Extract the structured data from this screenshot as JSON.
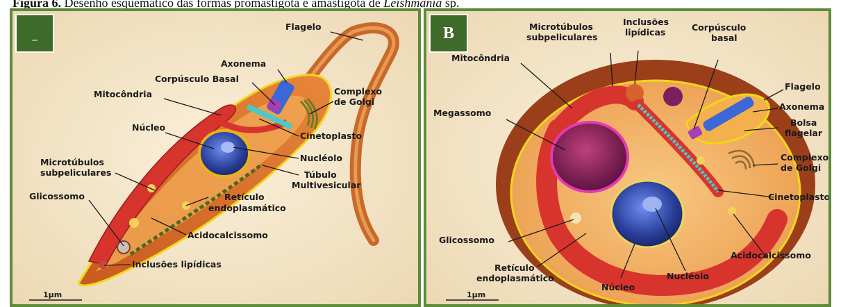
{
  "caption": {
    "bold": "Figura 6.",
    "text": " Desenho esquemático das formas promastigota e amastigota de ",
    "italic": "Leishmania",
    "suffix": " sp."
  },
  "panel_a": {
    "badge": "–",
    "labels": {
      "flagelo": "Flagelo",
      "axonema": "Axonema",
      "corpusculo_basal": "Corpúsculo Basal",
      "mitocondria": "Mitocôndria",
      "complexo_line1": "Complexo",
      "complexo_line2": "de Golgi",
      "nucleo": "Núcleo",
      "cinetoplasto": "Cinetoplasto",
      "nucleolo": "Nucléolo",
      "microtubulos_line1": "Microtúbulos",
      "microtubulos_line2": "subpeliculares",
      "tubulo_line1": "Túbulo",
      "tubulo_line2": "Multivesicular",
      "glicossomo": "Glicossomo",
      "reticulo_line1": "Retículo",
      "reticulo_line2": "endoplasmático",
      "acidocalcissomo": "Acidocalcissomo",
      "inclusoes": "Inclusões lipídicas"
    },
    "scale": "1µm"
  },
  "panel_b": {
    "badge": "B",
    "labels": {
      "microtubulos_line1": "Microtúbulos",
      "microtubulos_line2": "subpeliculares",
      "inclusoes_line1": "Inclusões",
      "inclusoes_line2": "lipídicas",
      "corpusculo_line1": "Corpúsculo",
      "corpusculo_line2": "basal",
      "mitocondria": "Mitocôndria",
      "flagelo": "Flagelo",
      "axonema": "Axonema",
      "megassomo": "Megassomo",
      "bolsa_line1": "Bolsa",
      "bolsa_line2": "flagelar",
      "complexo_line1": "Complexo",
      "complexo_line2": "de Golgi",
      "cinetoplasto": "Cinetoplasto",
      "glicossomo": "Glicossomo",
      "acidocalcissomo": "Acidocalcissomo",
      "reticulo_line1": "Retículo",
      "reticulo_line2": "endoplasmático",
      "nucleolo": "Nucléolo",
      "nucleo": "Núcleo"
    },
    "scale": "1µm"
  }
}
